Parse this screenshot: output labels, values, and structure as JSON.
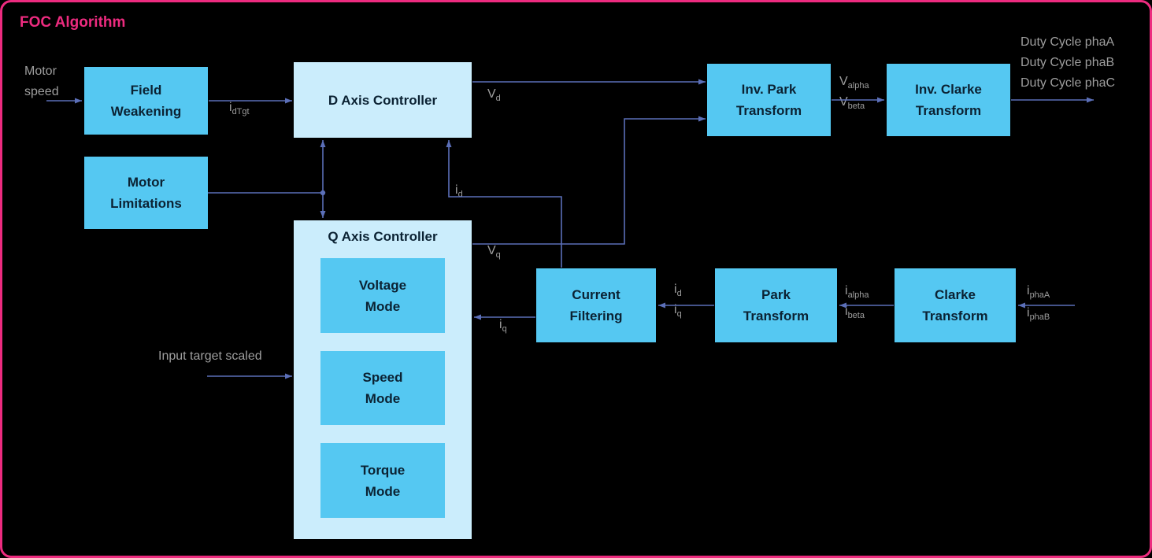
{
  "title": "FOC Algorithm",
  "colors": {
    "background": "#000000",
    "border": "#ED2B7F",
    "title_text": "#ED2B7F",
    "block_fill": "#55C8F2",
    "container_fill": "#CBEDFC",
    "block_text": "#0B2233",
    "wire": "#5B6FB8",
    "wire_label": "#9E9E9E"
  },
  "blocks": {
    "field_weakening": {
      "label": "Field\nWeakening"
    },
    "motor_limitations": {
      "label": "Motor\nLimitations"
    },
    "d_axis_controller": {
      "label": "D Axis Controller"
    },
    "q_axis_controller": {
      "label": "Q Axis Controller"
    },
    "voltage_mode": {
      "label": "Voltage\nMode"
    },
    "speed_mode": {
      "label": "Speed\nMode"
    },
    "torque_mode": {
      "label": "Torque\nMode"
    },
    "current_filtering": {
      "label": "Current\nFiltering"
    },
    "park_transform": {
      "label": "Park\nTransform"
    },
    "clarke_transform": {
      "label": "Clarke\nTransform"
    },
    "inv_park_transform": {
      "label": "Inv. Park\nTransform"
    },
    "inv_clarke_transform": {
      "label": "Inv. Clarke\nTransform"
    }
  },
  "labels": {
    "motor_speed": "Motor\nspeed",
    "input_target_scaled": "Input target scaled",
    "duty_cycle_phaA": "Duty Cycle phaA",
    "duty_cycle_phaB": "Duty Cycle phaB",
    "duty_cycle_phaC": "Duty Cycle phaC",
    "i_dTgt": {
      "base": "i",
      "sub": "dTgt"
    },
    "V_d": {
      "base": "V",
      "sub": "d"
    },
    "V_q": {
      "base": "V",
      "sub": "q"
    },
    "i_d": {
      "base": "i",
      "sub": "d"
    },
    "i_q": {
      "base": "i",
      "sub": "q"
    },
    "V_alpha": {
      "base": "V",
      "sub": "alpha"
    },
    "V_beta": {
      "base": "V",
      "sub": "beta"
    },
    "i_alpha": {
      "base": "i",
      "sub": "alpha"
    },
    "i_beta": {
      "base": "i",
      "sub": "beta"
    },
    "i_phaA": {
      "base": "i",
      "sub": "phaA"
    },
    "i_phaB": {
      "base": "i",
      "sub": "phaB"
    }
  }
}
